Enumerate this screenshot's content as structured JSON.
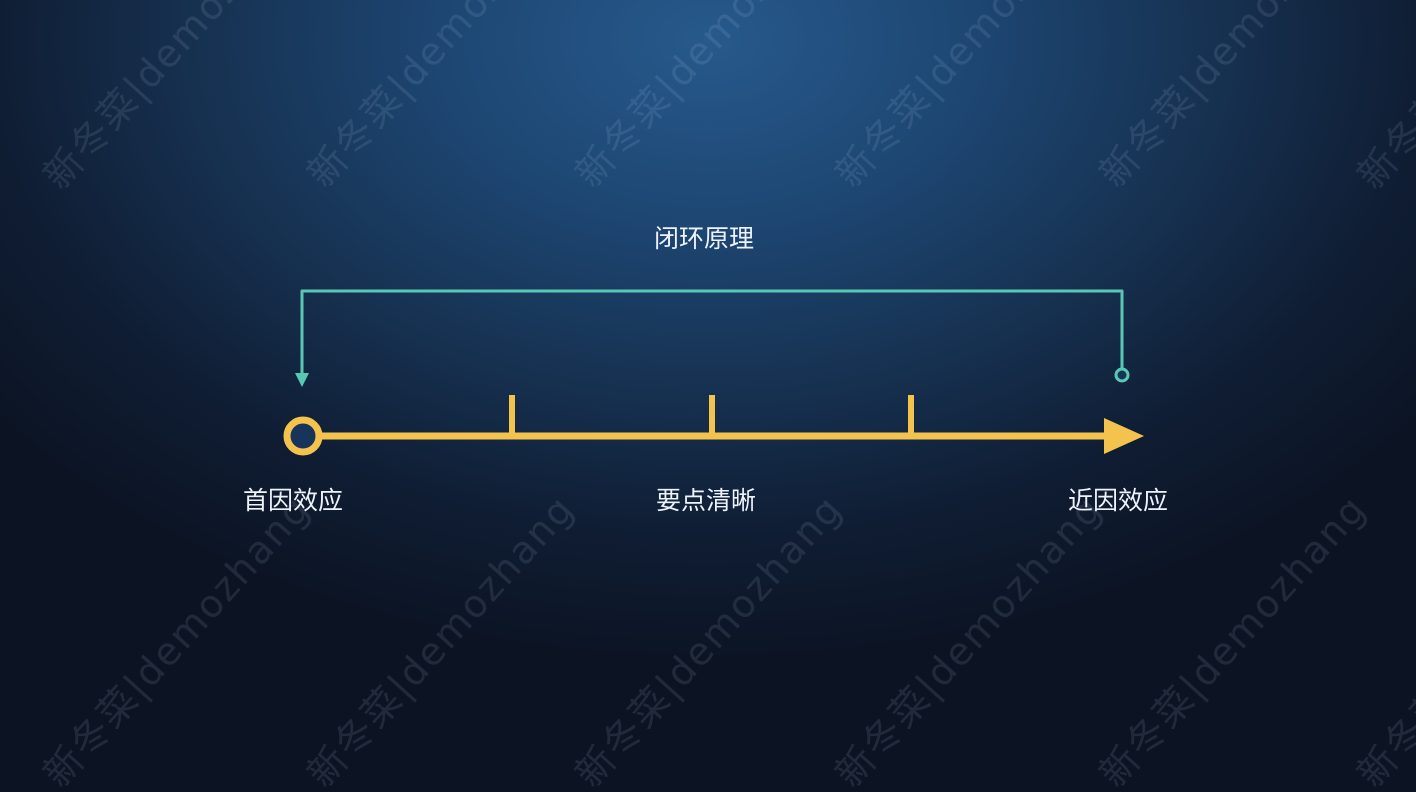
{
  "diagram": {
    "title": "闭环原理",
    "labels": {
      "start": "首因效应",
      "middle": "要点清晰",
      "end": "近因效应"
    }
  },
  "watermark": {
    "text": "新冬菜|demozhang"
  },
  "colors": {
    "background_top": "#27598c",
    "background_bottom": "#0c1424",
    "timeline": "#f3c34e",
    "loop": "#59c8b3",
    "text": "#eef3fb"
  },
  "icons": {
    "start_marker": "circle-icon",
    "end_arrow": "arrow-right-icon",
    "loop_arrow": "arrow-down-icon",
    "loop_endpoint": "small-circle-icon"
  }
}
